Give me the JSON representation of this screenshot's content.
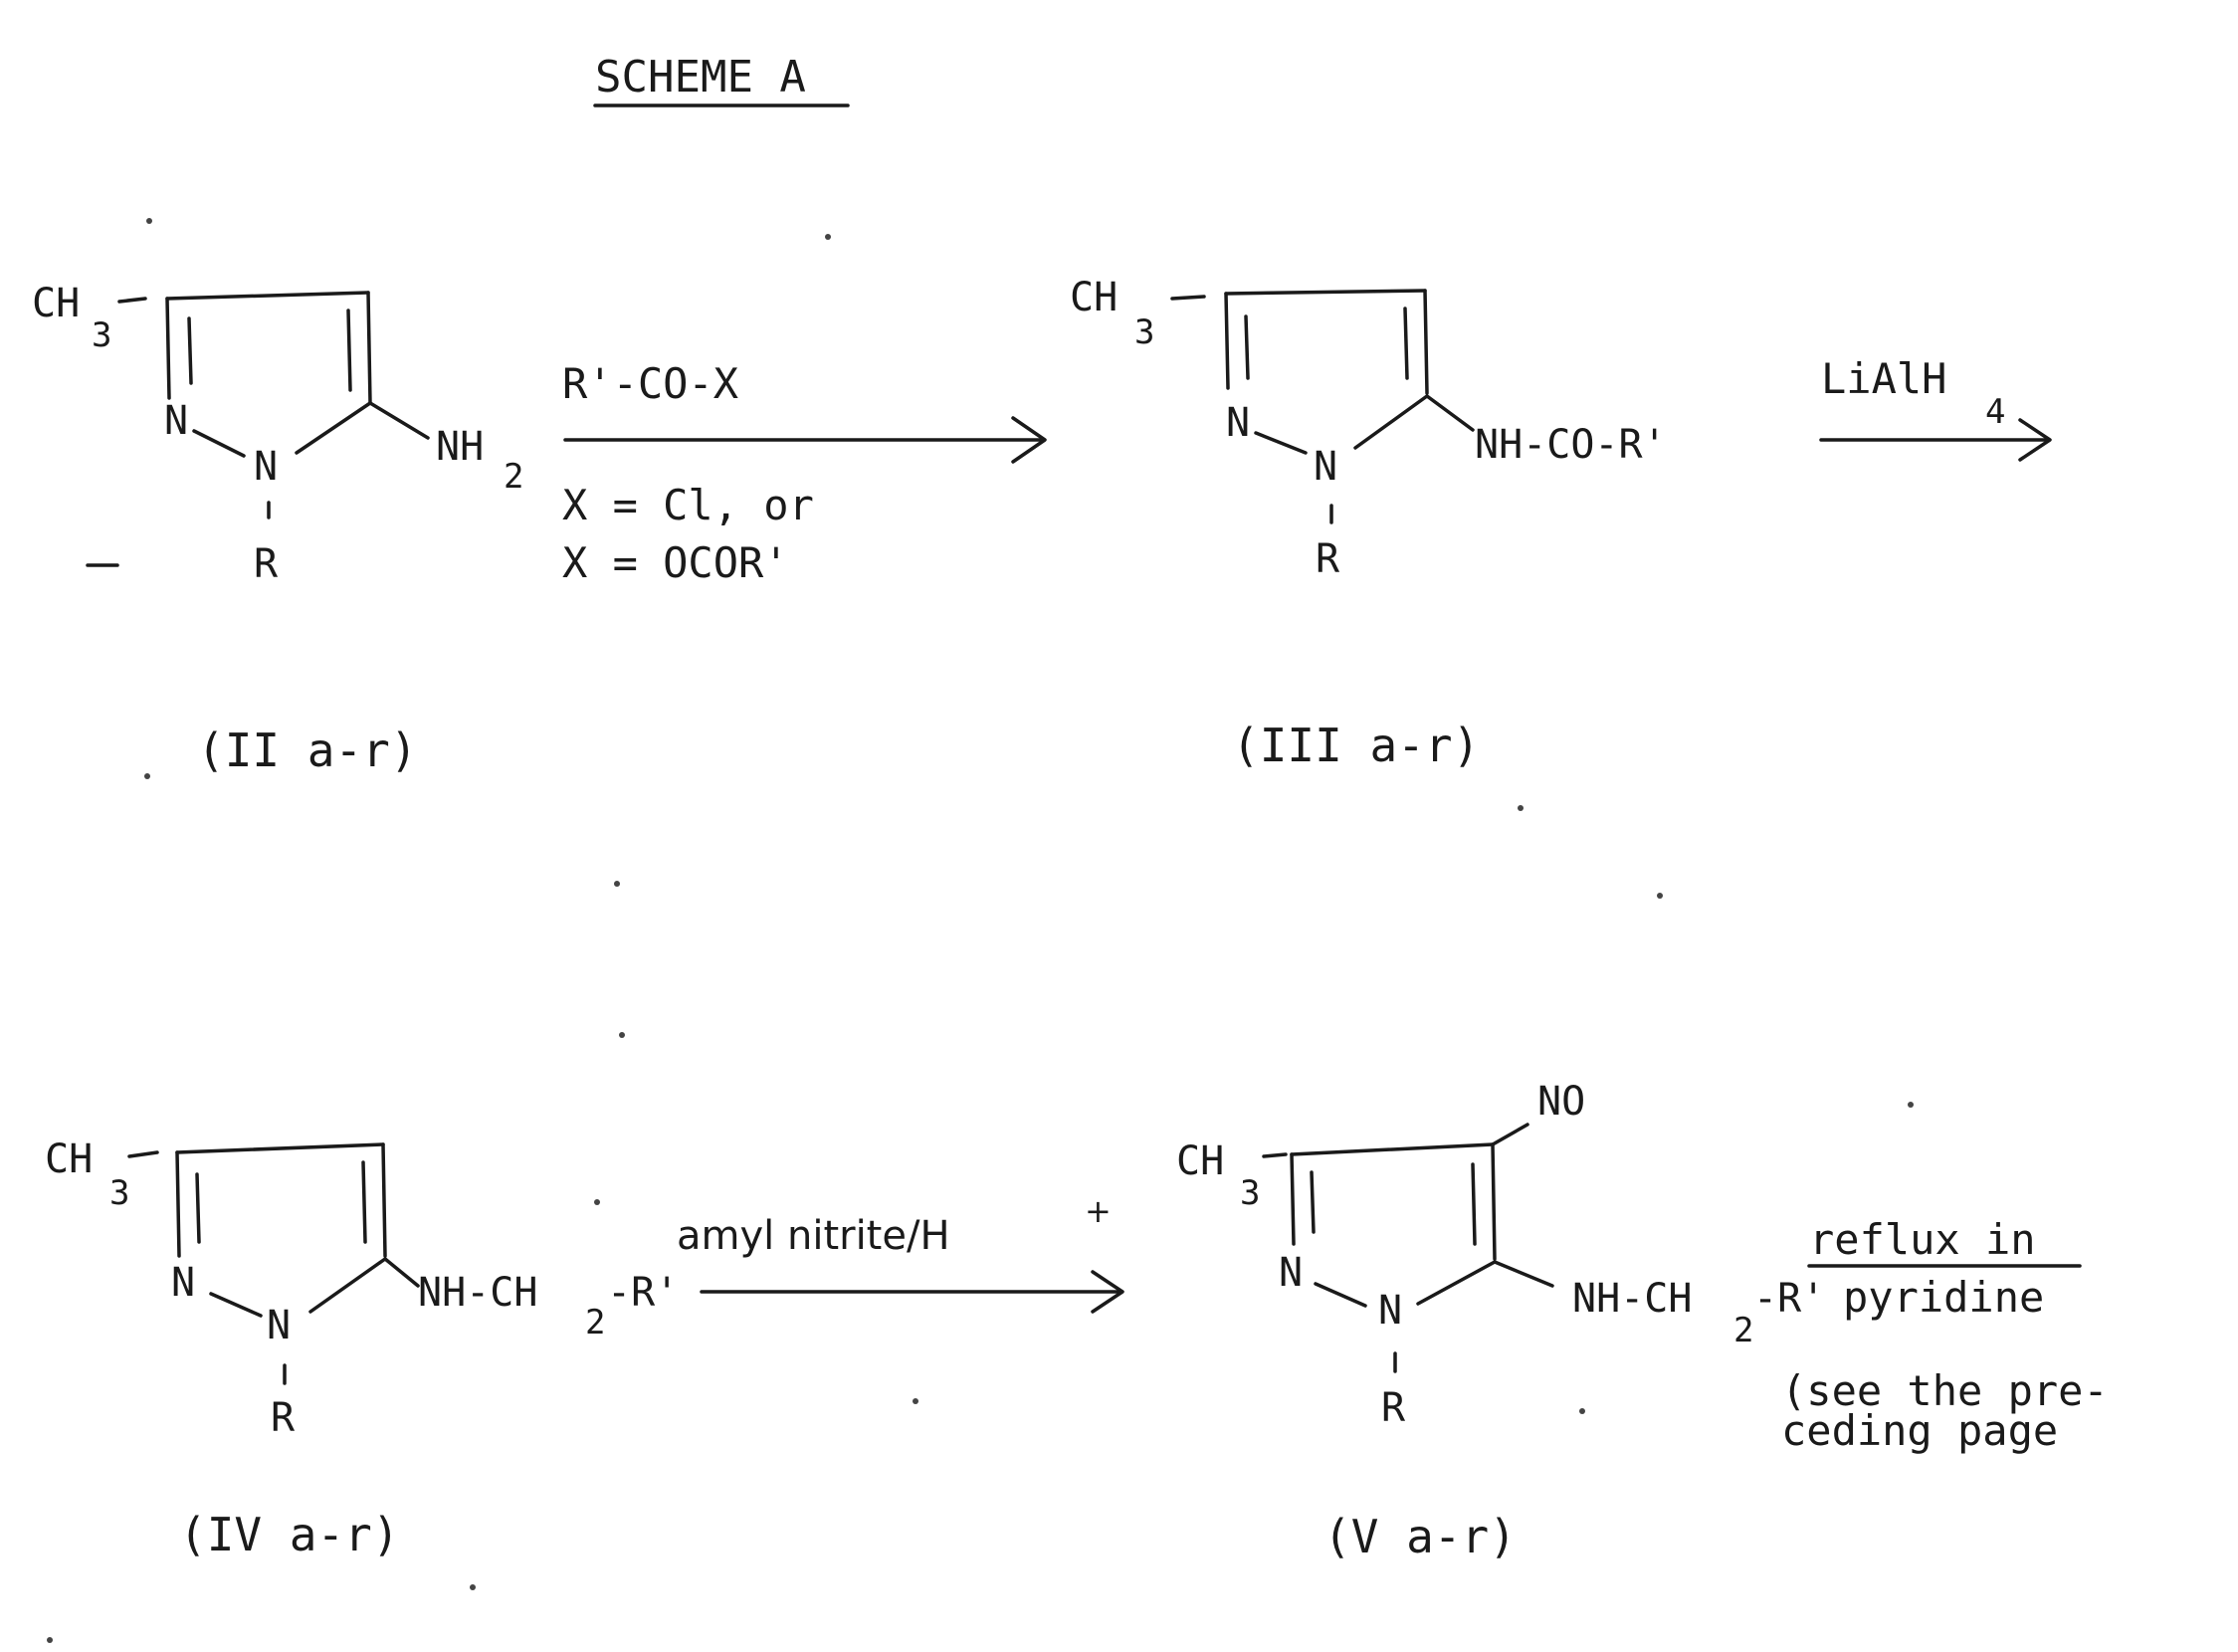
{
  "title": "SCHEME A",
  "compounds": {
    "II": {
      "label": "(II a-r)",
      "ch3": "CH",
      "ch3_sub": "3",
      "n1": "N",
      "n2": "N",
      "r": "R",
      "nh2": "NH",
      "nh2_sub": "2"
    },
    "III": {
      "label": "(III a-r)",
      "ch3": "CH",
      "ch3_sub": "3",
      "n1": "N",
      "n2": "N",
      "r": "R",
      "substituent": "NH-CO-R'"
    },
    "IV": {
      "label": "(IV a-r)",
      "ch3": "CH",
      "ch3_sub": "3",
      "n1": "N",
      "n2": "N",
      "r": "R",
      "sub_a": "NH-CH",
      "sub_sub": "2",
      "sub_b": "-R'"
    },
    "V": {
      "label": "(V a-r)",
      "ch3": "CH",
      "ch3_sub": "3",
      "n1": "N",
      "n2": "N",
      "r": "R",
      "no": "NO",
      "sub_a": "NH-CH",
      "sub_sub": "2",
      "sub_b": "-R'"
    }
  },
  "reactions": {
    "step1": {
      "reagent": "R'-CO-X",
      "condition1": "X = Cl, or",
      "condition2": "X = OCOR'"
    },
    "step2": {
      "reagent": "LiAlH",
      "reagent_sub": "4"
    },
    "step3": {
      "reagent": "amyl nitrite/H",
      "reagent_sup": "+"
    },
    "step4": {
      "line1": "reflux in",
      "line2": "pyridine",
      "note1": "(see the pre-",
      "note2": "ceding page"
    }
  }
}
